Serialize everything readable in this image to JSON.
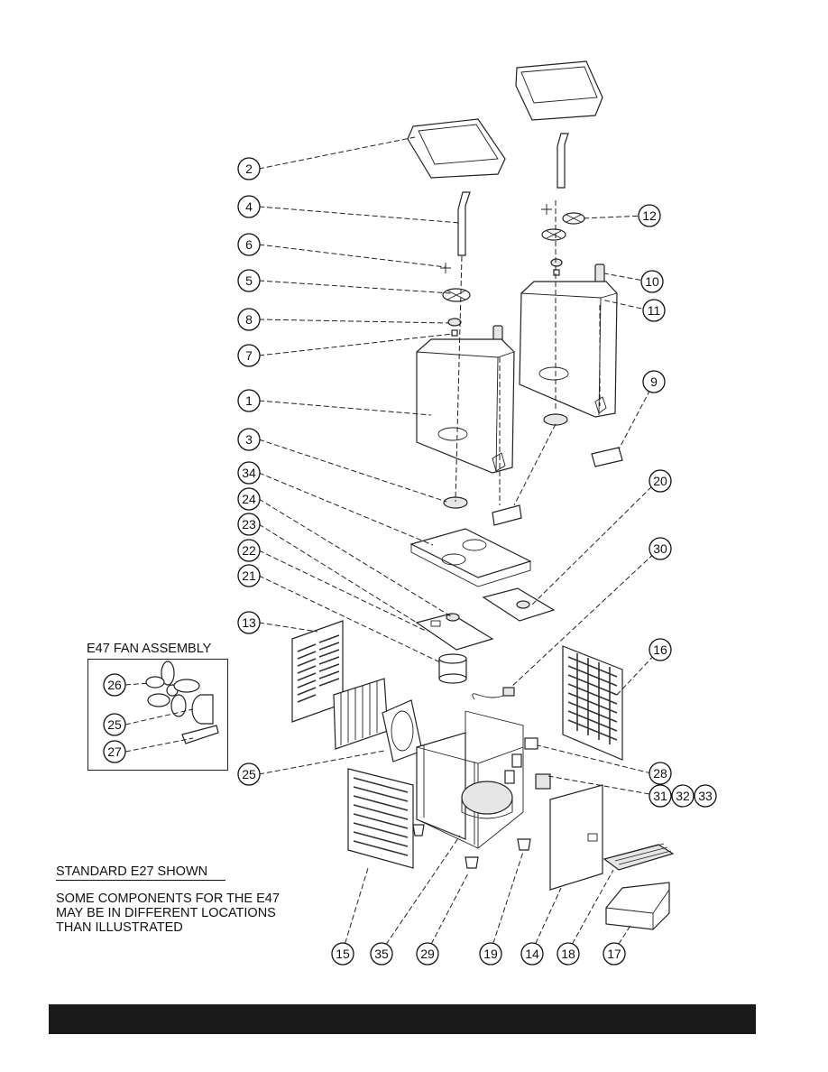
{
  "fan_assembly_title": "E47 FAN ASSEMBLY",
  "standard_shown": "STANDARD E27 SHOWN",
  "note_lines": [
    "SOME COMPONENTS FOR THE E47",
    "MAY BE IN DIFFERENT LOCATIONS",
    "THAN ILLUSTRATED"
  ],
  "callouts": [
    "2",
    "4",
    "6",
    "5",
    "8",
    "7",
    "1",
    "3",
    "34",
    "24",
    "23",
    "22",
    "21",
    "13",
    "26",
    "25",
    "27",
    "25",
    "15",
    "35",
    "29",
    "19",
    "14",
    "18",
    "17",
    "31",
    "32",
    "33",
    "28",
    "16",
    "30",
    "20",
    "9",
    "11",
    "10",
    "12"
  ]
}
